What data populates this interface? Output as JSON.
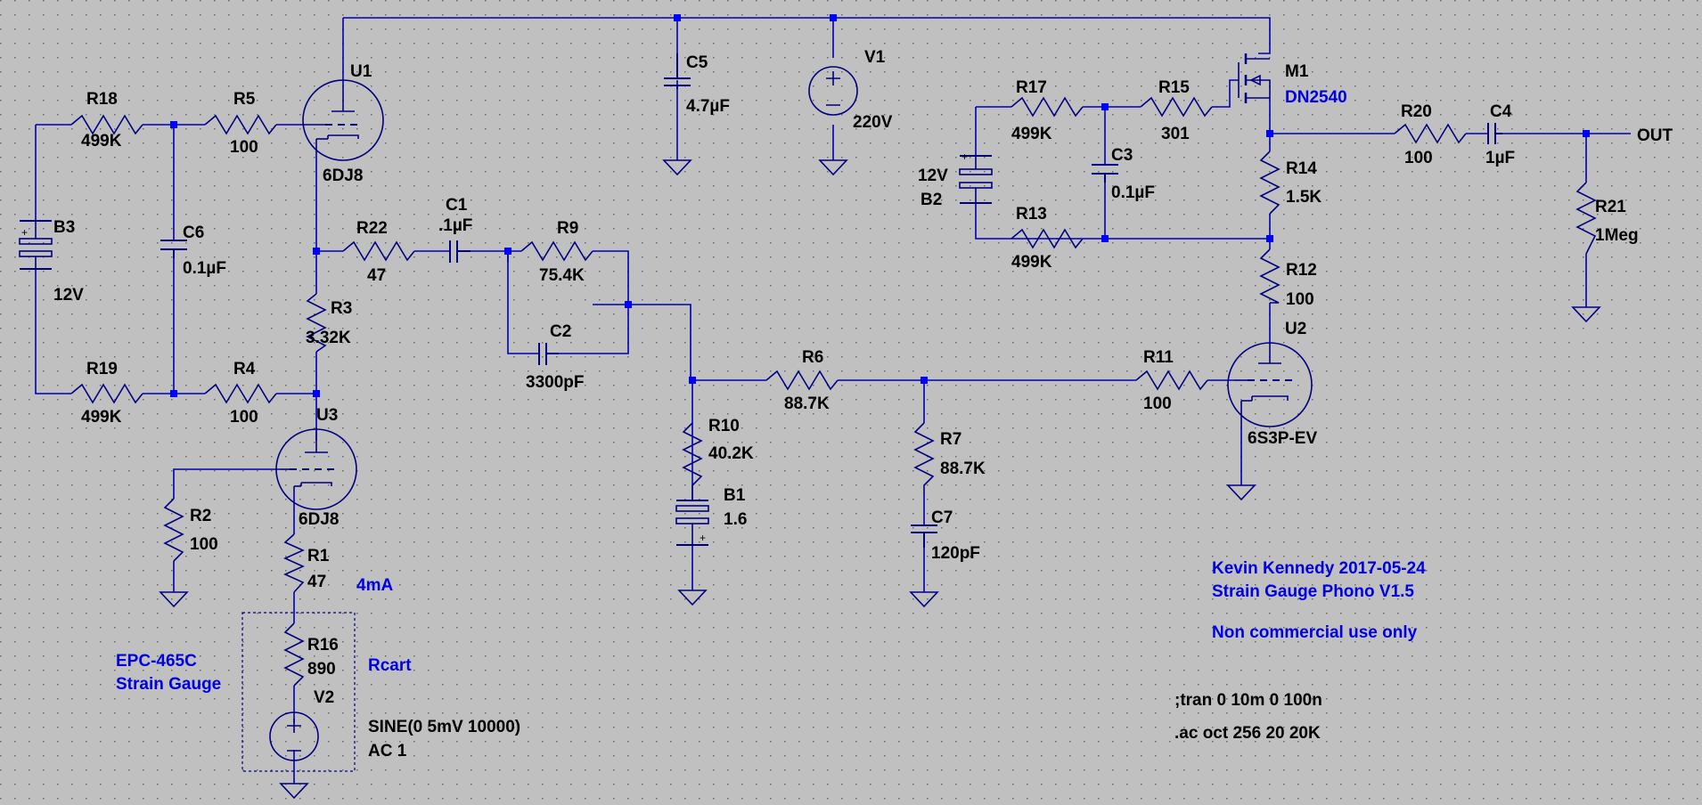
{
  "colors": {
    "background": "#c0c0c0",
    "grid_dot": "#6a6a6a",
    "wire": "#0000b4",
    "component": "#000080",
    "junction": "#0000ff",
    "label": "#000000",
    "comment": "#0000e0"
  },
  "components": [
    {
      "ref": "R18",
      "value": "499K"
    },
    {
      "ref": "R5",
      "value": "100"
    },
    {
      "ref": "R19",
      "value": "499K"
    },
    {
      "ref": "R4",
      "value": "100"
    },
    {
      "ref": "R22",
      "value": "47"
    },
    {
      "ref": "R9",
      "value": "75.4K"
    },
    {
      "ref": "R3",
      "value": "3.32K"
    },
    {
      "ref": "R2",
      "value": "100"
    },
    {
      "ref": "R1",
      "value": "47"
    },
    {
      "ref": "R16",
      "value": "890"
    },
    {
      "ref": "R6",
      "value": "88.7K"
    },
    {
      "ref": "R11",
      "value": "100"
    },
    {
      "ref": "R10",
      "value": "40.2K"
    },
    {
      "ref": "R7",
      "value": "88.7K"
    },
    {
      "ref": "R17",
      "value": "499K"
    },
    {
      "ref": "R15",
      "value": "301"
    },
    {
      "ref": "R13",
      "value": "499K"
    },
    {
      "ref": "R14",
      "value": "1.5K"
    },
    {
      "ref": "R12",
      "value": "100"
    },
    {
      "ref": "R20",
      "value": "100"
    },
    {
      "ref": "R21",
      "value": "1Meg"
    },
    {
      "ref": "C1",
      "value": ".1µF"
    },
    {
      "ref": "C2",
      "value": "3300pF"
    },
    {
      "ref": "C3",
      "value": "0.1µF"
    },
    {
      "ref": "C4",
      "value": "1µF"
    },
    {
      "ref": "C5",
      "value": "4.7µF"
    },
    {
      "ref": "C6",
      "value": "0.1µF"
    },
    {
      "ref": "C7",
      "value": "120pF"
    },
    {
      "ref": "B1",
      "value": "1.6"
    },
    {
      "ref": "B2",
      "value": "12V"
    },
    {
      "ref": "B3",
      "value": "12V"
    },
    {
      "ref": "V1",
      "value": "220V"
    },
    {
      "ref": "V2",
      "value": "SINE(0 5mV 10000)",
      "value2": "AC 1"
    },
    {
      "ref": "U1",
      "value": "6DJ8"
    },
    {
      "ref": "U2",
      "value": "6S3P-EV"
    },
    {
      "ref": "U3",
      "value": "6DJ8"
    },
    {
      "ref": "M1",
      "value": "DN2540"
    }
  ],
  "net_labels": {
    "out": "OUT"
  },
  "annotations": {
    "current": "4mA",
    "cartridge_line1": "EPC-465C",
    "cartridge_line2": "Strain Gauge",
    "rcart": "Rcart",
    "author": "Kevin Kennedy 2017-05-24",
    "project": "Strain Gauge Phono V1.5",
    "license": "Non commercial use only"
  },
  "directives": {
    "tran": ";tran 0 10m 0 100n",
    "ac": ".ac oct 256 20 20K"
  }
}
